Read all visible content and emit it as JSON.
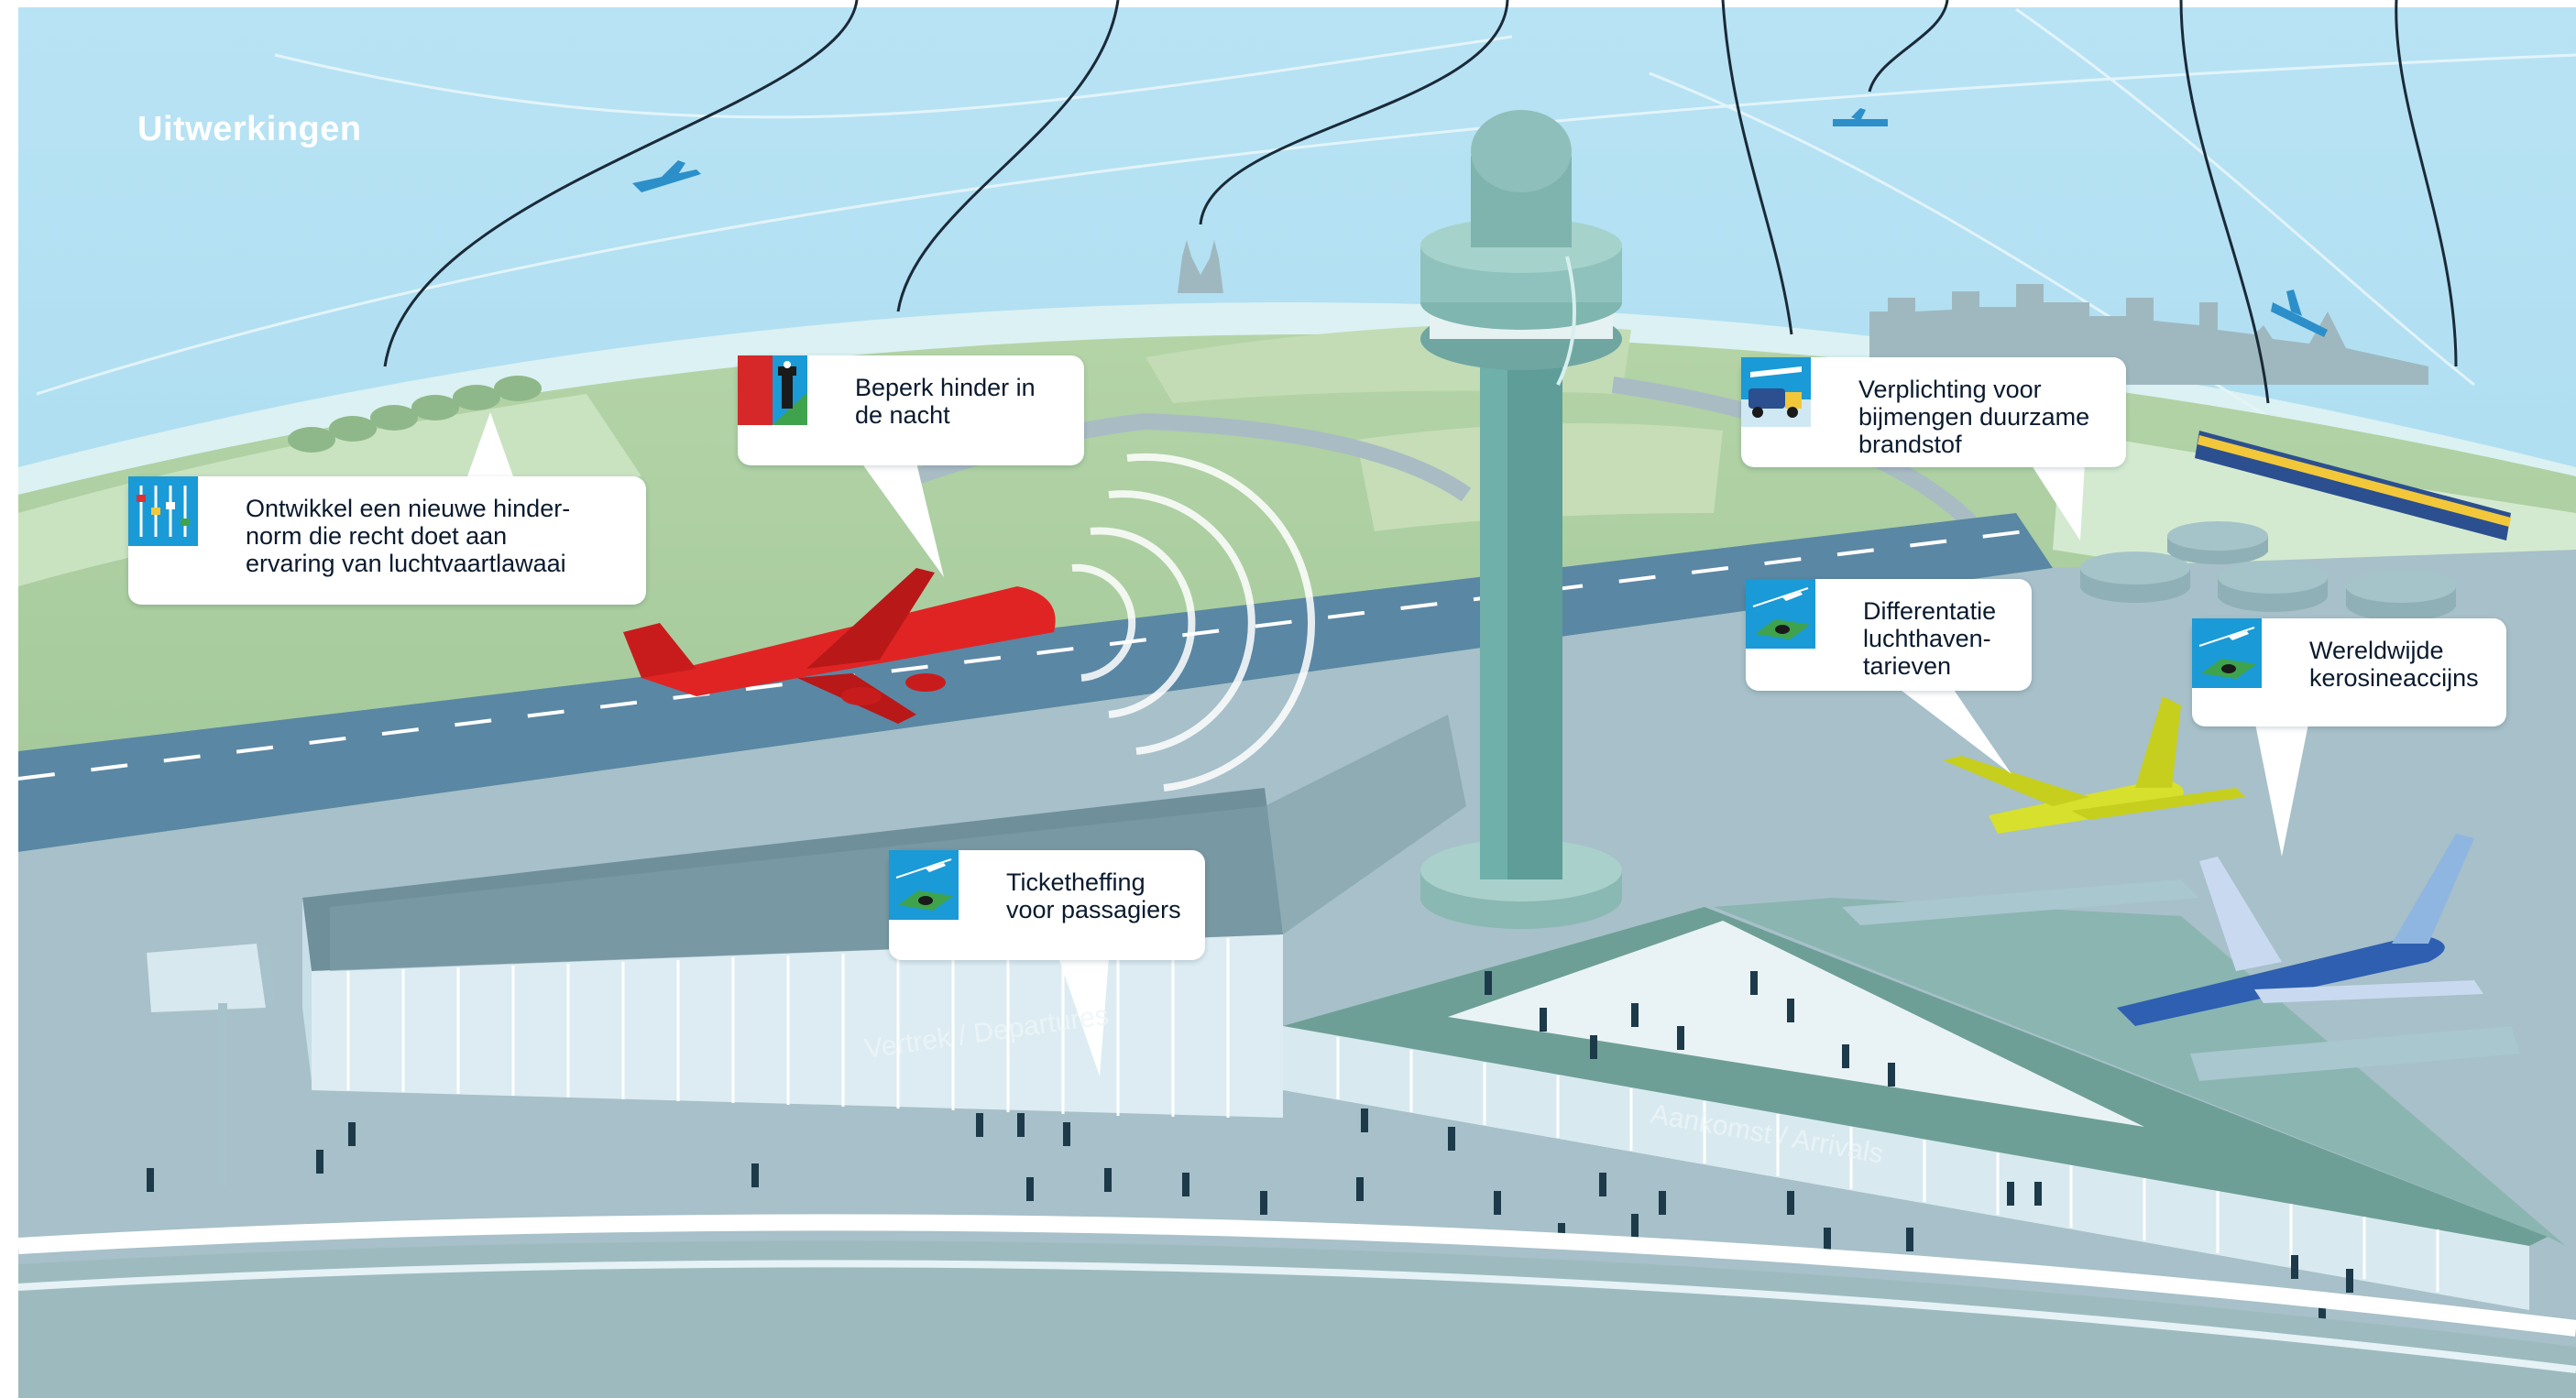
{
  "title": "Uitwerkingen",
  "callouts": [
    {
      "id": "nieuwe-hindernorm",
      "icon": "sliders-icon",
      "text": "Ontwikkel een nieuwe hinder-\nnorm die recht doet aan\nervaring van luchtvaartlawaai"
    },
    {
      "id": "beperk-hinder-nacht",
      "icon": "night-tower-icon",
      "text": "Beperk hinder in\nde nacht"
    },
    {
      "id": "duurzame-brandstof",
      "icon": "fuel-truck-icon",
      "text": "Verplichting voor\nbijmengen duurzame\nbrandstof"
    },
    {
      "id": "luchthaventarieven",
      "icon": "plane-money-icon",
      "text": "Differentatie\nluchthaven-\ntarieven"
    },
    {
      "id": "kerosineaccijns",
      "icon": "plane-money-icon",
      "text": "Wereldwijde\nkerosineaccijns"
    },
    {
      "id": "ticketheffing",
      "icon": "plane-money-icon",
      "text": "Ticketheffing\nvoor passagiers"
    }
  ],
  "signs": {
    "departures": "Vertrek / Departures",
    "arrivals": "Aankomst / Arrivals"
  },
  "colors": {
    "sky": "#a9dcef",
    "grass": "#9fc79a",
    "runway": "#4d7a99",
    "terminal_roof": "#8aa6b2",
    "tower": "#5f9a98",
    "red_plane": "#e02424",
    "yellow_plane": "#d7e02c",
    "blue_plane": "#2e5fb0"
  }
}
